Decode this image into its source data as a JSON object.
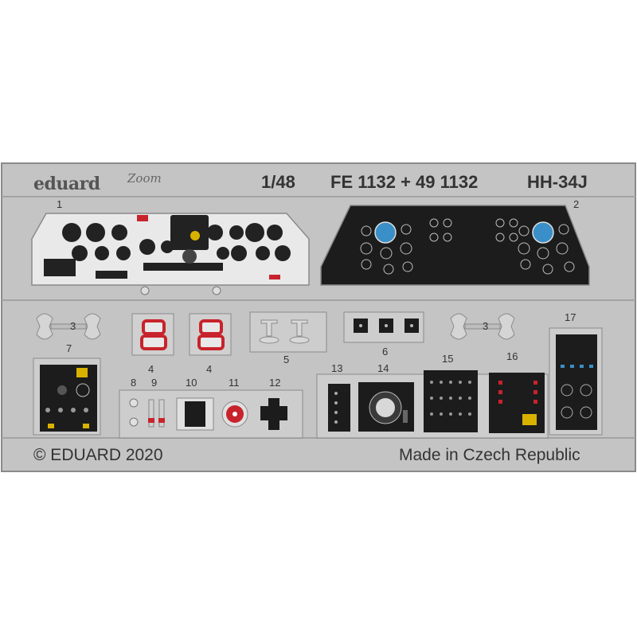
{
  "header": {
    "brand": "eduard",
    "logo_text": "Zoom",
    "scale": "1/48",
    "code": "FE 1132 + 49 1132",
    "model": "HH-34J"
  },
  "footer": {
    "copyright": "© EDUARD 2020",
    "origin": "Made in Czech Republic"
  },
  "part_numbers": {
    "p1": "1",
    "p2": "2",
    "p3a": "3",
    "p3b": "3",
    "p4a": "4",
    "p4b": "4",
    "p5": "5",
    "p6": "6",
    "p7": "7",
    "p8": "8",
    "p9": "9",
    "p10": "10",
    "p11": "11",
    "p12": "12",
    "p13": "13",
    "p14": "14",
    "p15": "15",
    "p16": "16",
    "p17": "17"
  },
  "colors": {
    "fret": "#c4c4c4",
    "fret_edge": "#8a8a8a",
    "panel_light": "#e9e9e9",
    "panel_dark": "#1c1c1c",
    "accent_red": "#c8232c",
    "gauge_blue": "#3a8fc9",
    "accent_yellow": "#d9b200"
  }
}
